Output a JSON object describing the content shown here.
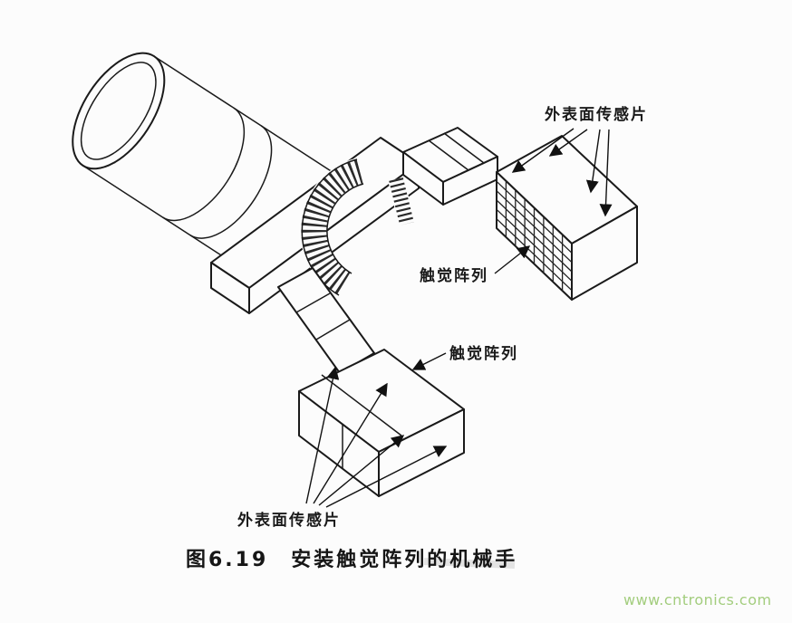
{
  "page": {
    "background": "#fcfcfc",
    "ink_color": "#1a1a1a"
  },
  "diagram": {
    "labels": {
      "outer_sensor_top": "外表面传感片",
      "tactile_array_right": "触觉阵列",
      "tactile_array_lower": "触觉阵列",
      "outer_sensor_bottom": "外表面传感片"
    },
    "caption": "图6.19　安装触觉阵列的机械手",
    "parts": [
      "robot-arm-cylinder",
      "gripper-base-bar",
      "bellows-joint",
      "upper-finger-link",
      "upper-sensor-block-with-tactile-grid",
      "lower-finger-link",
      "lower-sensor-block"
    ]
  },
  "watermark": {
    "text": "www.cntronics.com",
    "color": "#a3cd7e"
  }
}
